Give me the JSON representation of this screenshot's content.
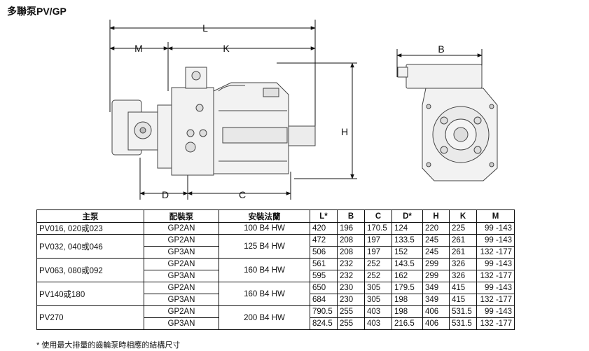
{
  "title": "多聯泵PV/GP",
  "dimension_letters": {
    "L": "L",
    "M": "M",
    "K": "K",
    "D": "D",
    "C": "C",
    "H": "H",
    "B": "B"
  },
  "table": {
    "headers": [
      "主泵",
      "配裝泵",
      "安裝法蘭",
      "L*",
      "B",
      "C",
      "D*",
      "H",
      "K",
      "M"
    ],
    "groups": [
      {
        "main": "PV016, 020或023",
        "flange": "100 B4 HW",
        "rows": [
          {
            "pump": "GP2AN",
            "L": "420",
            "B": "196",
            "C": "170.5",
            "D": "124",
            "H": "220",
            "K": "225",
            "M": "99 -143"
          }
        ]
      },
      {
        "main": "PV032, 040或046",
        "flange": "125 B4 HW",
        "rows": [
          {
            "pump": "GP2AN",
            "L": "472",
            "B": "208",
            "C": "197",
            "D": "133.5",
            "H": "245",
            "K": "261",
            "M": "99 -143"
          },
          {
            "pump": "GP3AN",
            "L": "506",
            "B": "208",
            "C": "197",
            "D": "152",
            "H": "245",
            "K": "261",
            "M": "132 -177"
          }
        ]
      },
      {
        "main": "PV063, 080或092",
        "flange": "160 B4 HW",
        "rows": [
          {
            "pump": "GP2AN",
            "L": "561",
            "B": "232",
            "C": "252",
            "D": "143.5",
            "H": "299",
            "K": "326",
            "M": "99 -143"
          },
          {
            "pump": "GP3AN",
            "L": "595",
            "B": "232",
            "C": "252",
            "D": "162",
            "H": "299",
            "K": "326",
            "M": "132 -177"
          }
        ]
      },
      {
        "main": "PV140或180",
        "flange": "160 B4 HW",
        "rows": [
          {
            "pump": "GP2AN",
            "L": "650",
            "B": "230",
            "C": "305",
            "D": "179.5",
            "H": "349",
            "K": "415",
            "M": "99 -143"
          },
          {
            "pump": "GP3AN",
            "L": "684",
            "B": "230",
            "C": "305",
            "D": "198",
            "H": "349",
            "K": "415",
            "M": "132 -177"
          }
        ]
      },
      {
        "main": "PV270",
        "flange": "200 B4 HW",
        "rows": [
          {
            "pump": "GP2AN",
            "L": "790.5",
            "B": "255",
            "C": "403",
            "D": "198",
            "H": "406",
            "K": "531.5",
            "M": "99 -143"
          },
          {
            "pump": "GP3AN",
            "L": "824.5",
            "B": "255",
            "C": "403",
            "D": "216.5",
            "H": "406",
            "K": "531.5",
            "M": "132 -177"
          }
        ]
      }
    ]
  },
  "footnote": "* 使用最大排量的齒輪泵時相應的結構尺寸"
}
